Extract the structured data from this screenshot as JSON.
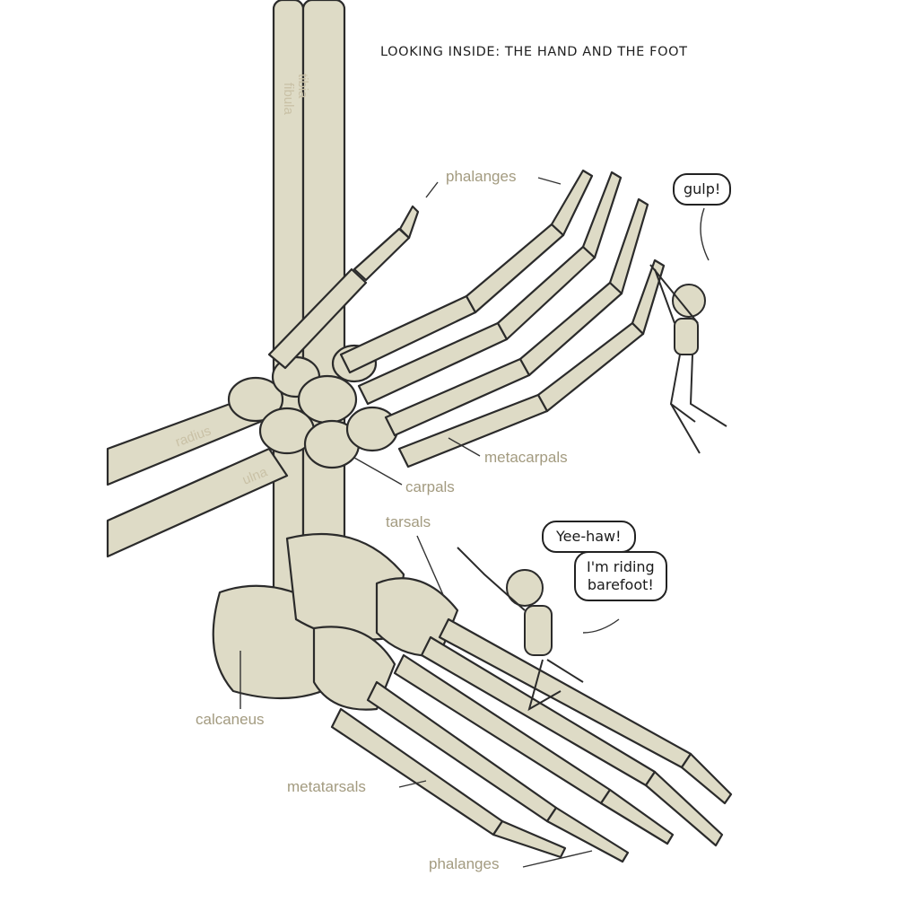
{
  "title": "LOOKING INSIDE: THE HAND AND THE FOOT",
  "labels": {
    "tibia": "tibia",
    "fibula": "fibula",
    "radius": "radius",
    "ulna": "ulna",
    "hand_phalanges": "phalanges",
    "metacarpals": "metacarpals",
    "carpals": "carpals",
    "tarsals": "tarsals",
    "calcaneus": "calcaneus",
    "metatarsals": "metatarsals",
    "foot_phalanges": "phalanges"
  },
  "bubbles": {
    "gulp": "gulp!",
    "yeehaw": "Yee-haw!",
    "riding_line1": "I'm riding",
    "riding_line2": "barefoot!"
  },
  "colors": {
    "bone": "#dedbc6",
    "bone_outline": "#2b2b2b",
    "label": "#a39b80"
  }
}
